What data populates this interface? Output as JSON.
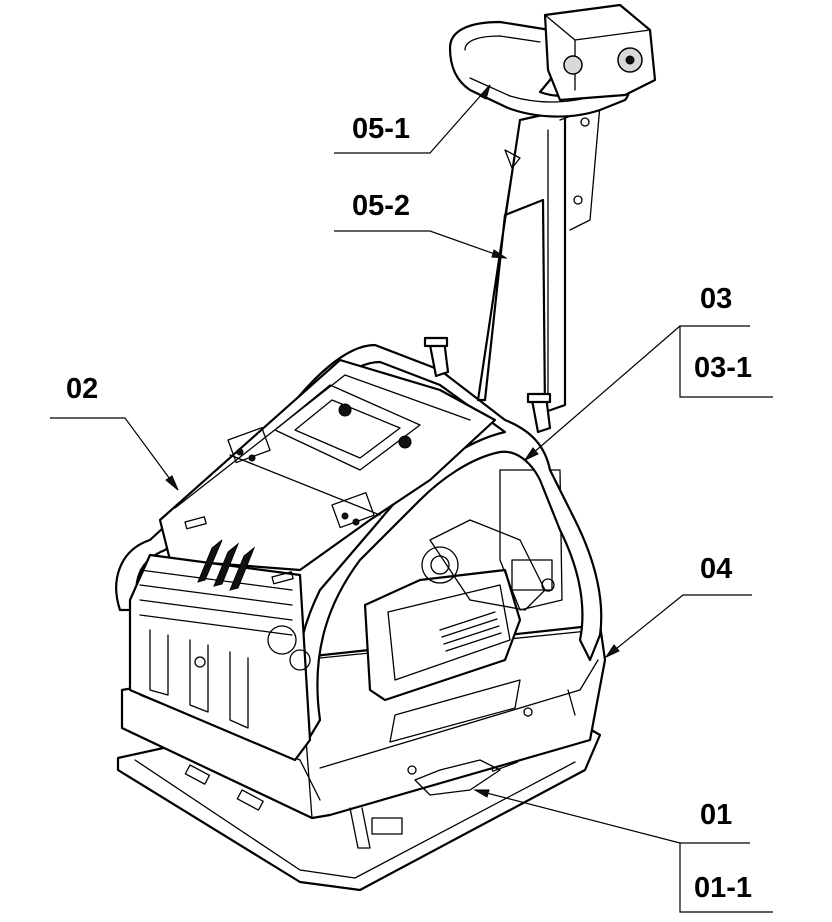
{
  "callouts": {
    "handle": "05-1",
    "handle_bar": "05-2",
    "engine": "03",
    "engine_sub": "03-1",
    "frame": "02",
    "vibrator": "04",
    "base_plate": "01",
    "base_plate_sub": "01-1"
  },
  "colors": {
    "line": "#000000",
    "background": "#ffffff"
  }
}
